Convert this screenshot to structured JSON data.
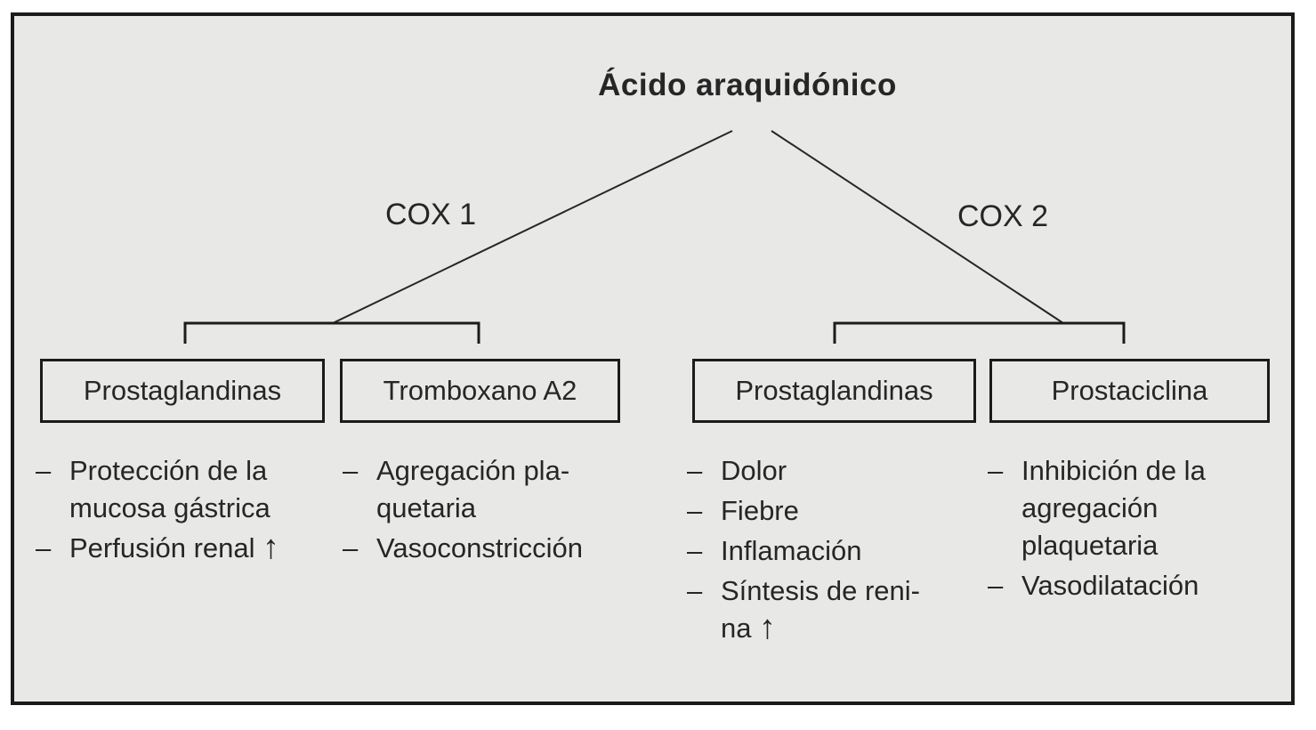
{
  "diagram": {
    "title": "Ácido araquidónico",
    "list_marker": "–",
    "up_arrow_symbol": "↑",
    "branches": [
      {
        "enzyme": "COX 1",
        "boxes": [
          {
            "label": "Prostaglandinas",
            "effects": [
              "Protección de la\nmucosa gástrica",
              "Perfusión renal ↑"
            ]
          },
          {
            "label": "Tromboxano A2",
            "effects": [
              "Agregación pla-\nquetaria",
              "Vasoconstricción"
            ]
          }
        ]
      },
      {
        "enzyme": "COX 2",
        "boxes": [
          {
            "label": "Prostaglandinas",
            "effects": [
              "Dolor",
              "Fiebre",
              "Inflamación",
              "Síntesis de reni-\nna ↑"
            ]
          },
          {
            "label": "Prostaciclina",
            "effects": [
              "Inhibición de la\nagregación\nplaquetaria",
              "Vasodilatación"
            ]
          }
        ]
      }
    ],
    "colors": {
      "background": "#e8e8e7",
      "ink": "#262626",
      "frame_border": "#1b1b1b"
    }
  }
}
